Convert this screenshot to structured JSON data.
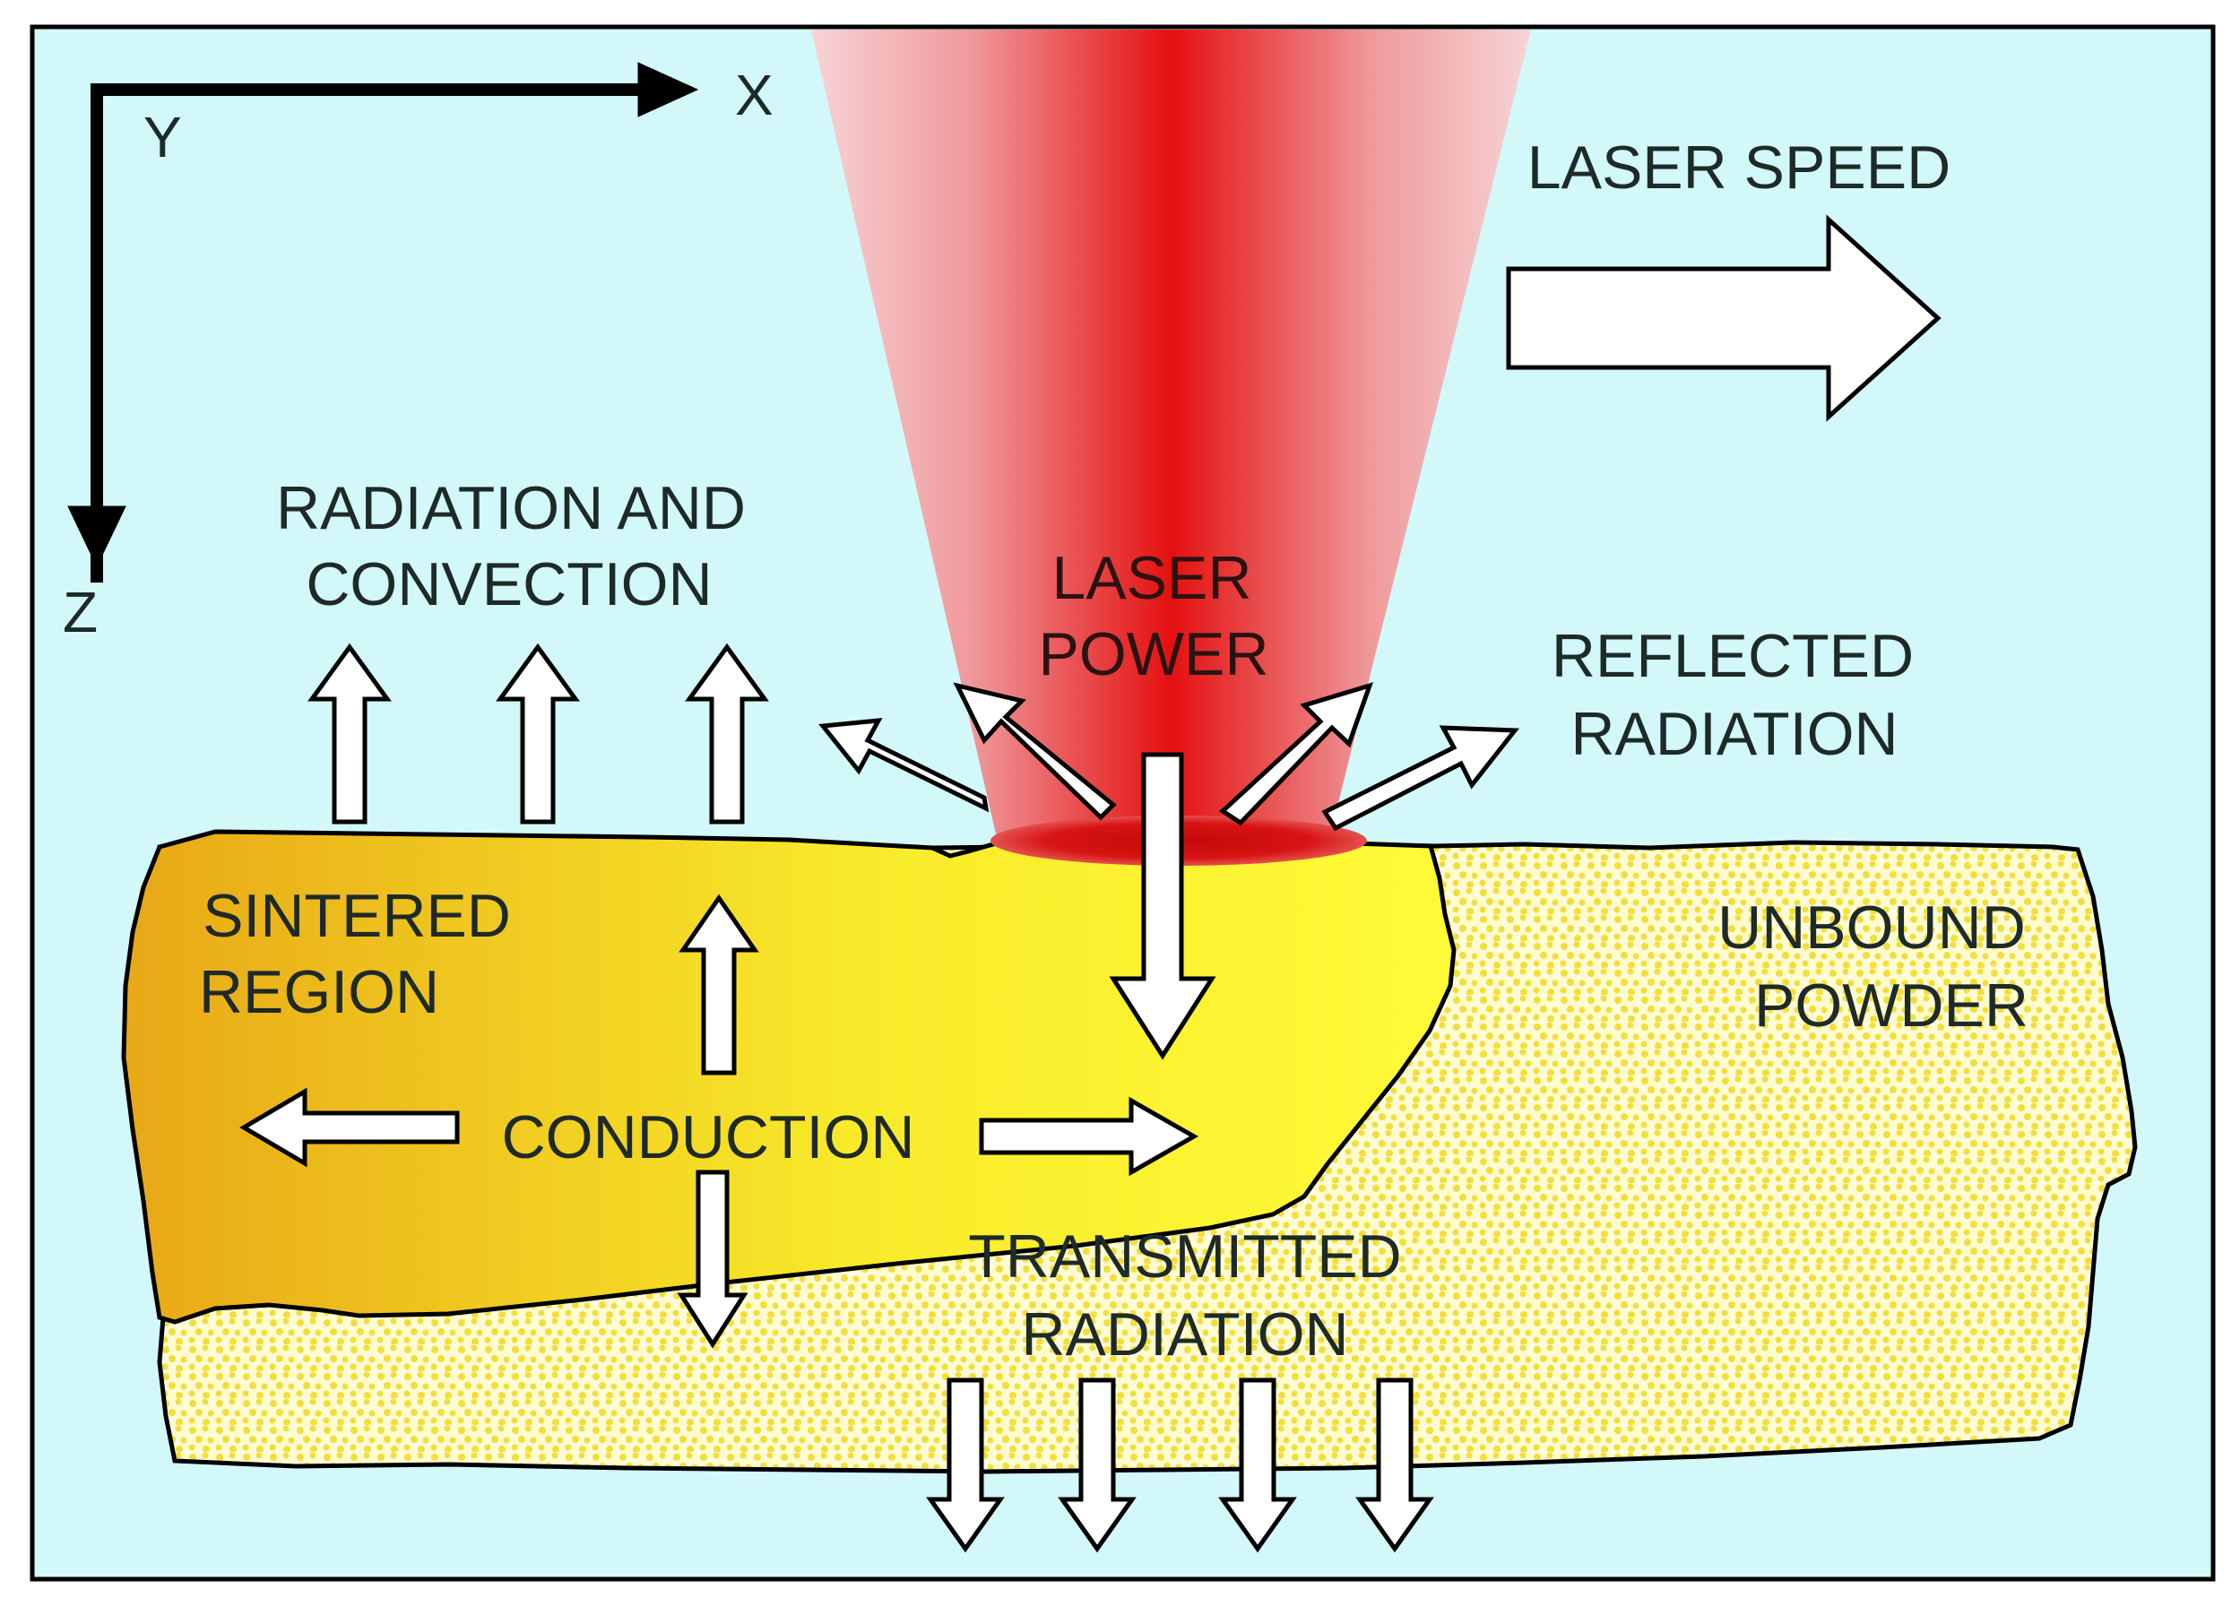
{
  "axes": {
    "x": "X",
    "y": "Y",
    "z": "Z"
  },
  "labels": {
    "laser_speed": "LASER SPEED",
    "radiation_convection": [
      "RADIATION AND",
      "CONVECTION"
    ],
    "laser_power": [
      "LASER",
      "POWER"
    ],
    "reflected_radiation": [
      "REFLECTED",
      "RADIATION"
    ],
    "sintered_region": [
      "SINTERED",
      "REGION"
    ],
    "unbound_powder": [
      "UNBOUND",
      "POWDER"
    ],
    "conduction": "CONDUCTION",
    "transmitted_radiation": [
      "TRANSMITTED",
      "RADIATION"
    ]
  },
  "colors": {
    "background": "#d2f8fa",
    "frame": "#000000",
    "text": "#1e2a28",
    "laser_core": "#e41010",
    "laser_edge": "#f8d0d2",
    "sintered_dark": "#e8a817",
    "sintered_light": "#fffa35",
    "powder": "#fffbd0",
    "powder_dots": "#f0df3a",
    "arrow_fill": "#ffffff",
    "arrow_stroke": "#000000"
  },
  "icons": {
    "axis": "axis-arrow-icon",
    "flow": "hollow-arrow-icon"
  }
}
